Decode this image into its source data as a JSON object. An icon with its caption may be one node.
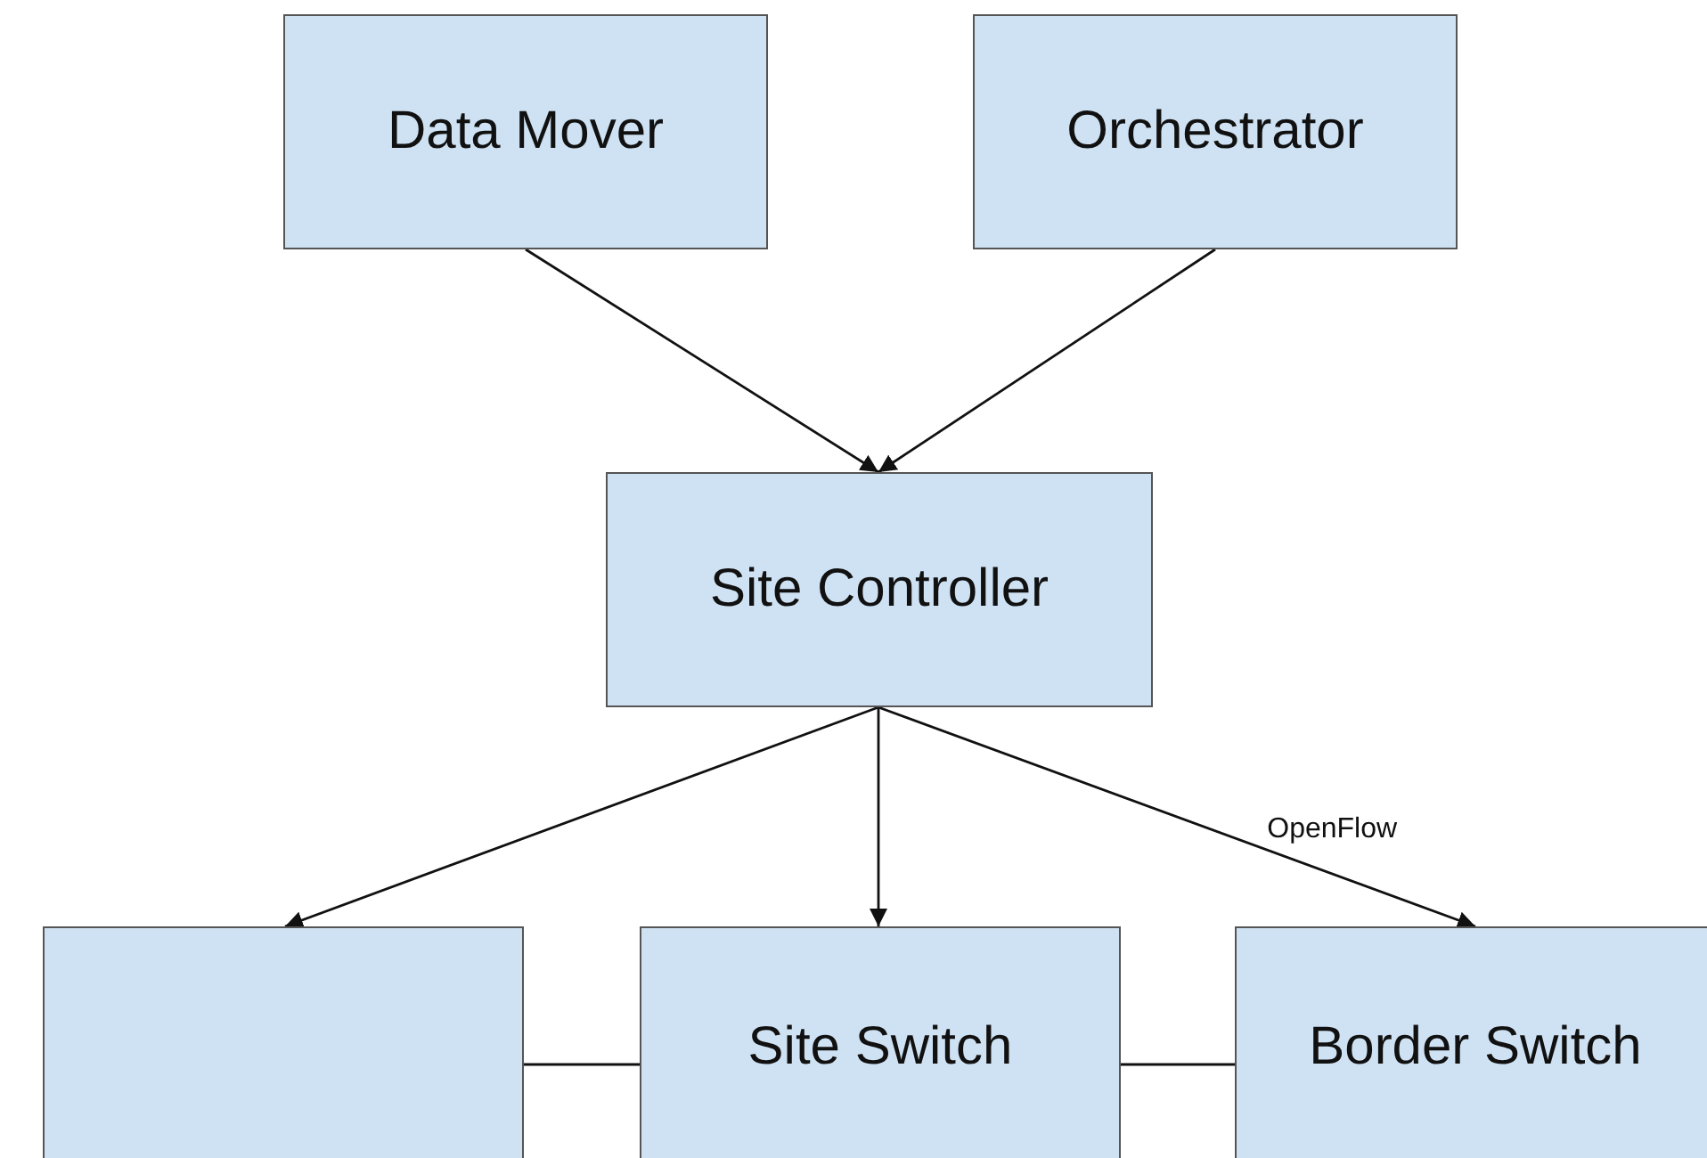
{
  "diagram": {
    "nodes": [
      {
        "text": [
          "Data Mover"
        ]
      },
      {
        "text": [
          "Orchestrator"
        ]
      },
      {
        "text": [
          "Site Controller"
        ]
      },
      {
        "text": [],
        "shape": "box"
      },
      {
        "text": [
          "Site Switch"
        ]
      },
      {
        "text": [
          "Border Switch"
        ]
      }
    ],
    "edges": [
      {
        "from": 0,
        "to": 2,
        "arrow": "to"
      },
      {
        "from": 1,
        "to": 2,
        "arrow": "to"
      },
      {
        "from": 2,
        "to": 3,
        "arrow": "to"
      },
      {
        "from": 2,
        "to": 4,
        "arrow": "to"
      },
      {
        "from": 2,
        "to": 5,
        "label": "OpenFlow",
        "arrow": "to"
      },
      {
        "from": 3,
        "to": 4,
        "arrow": "none"
      },
      {
        "from": 4,
        "to": 5,
        "arrow": "none"
      }
    ]
  }
}
